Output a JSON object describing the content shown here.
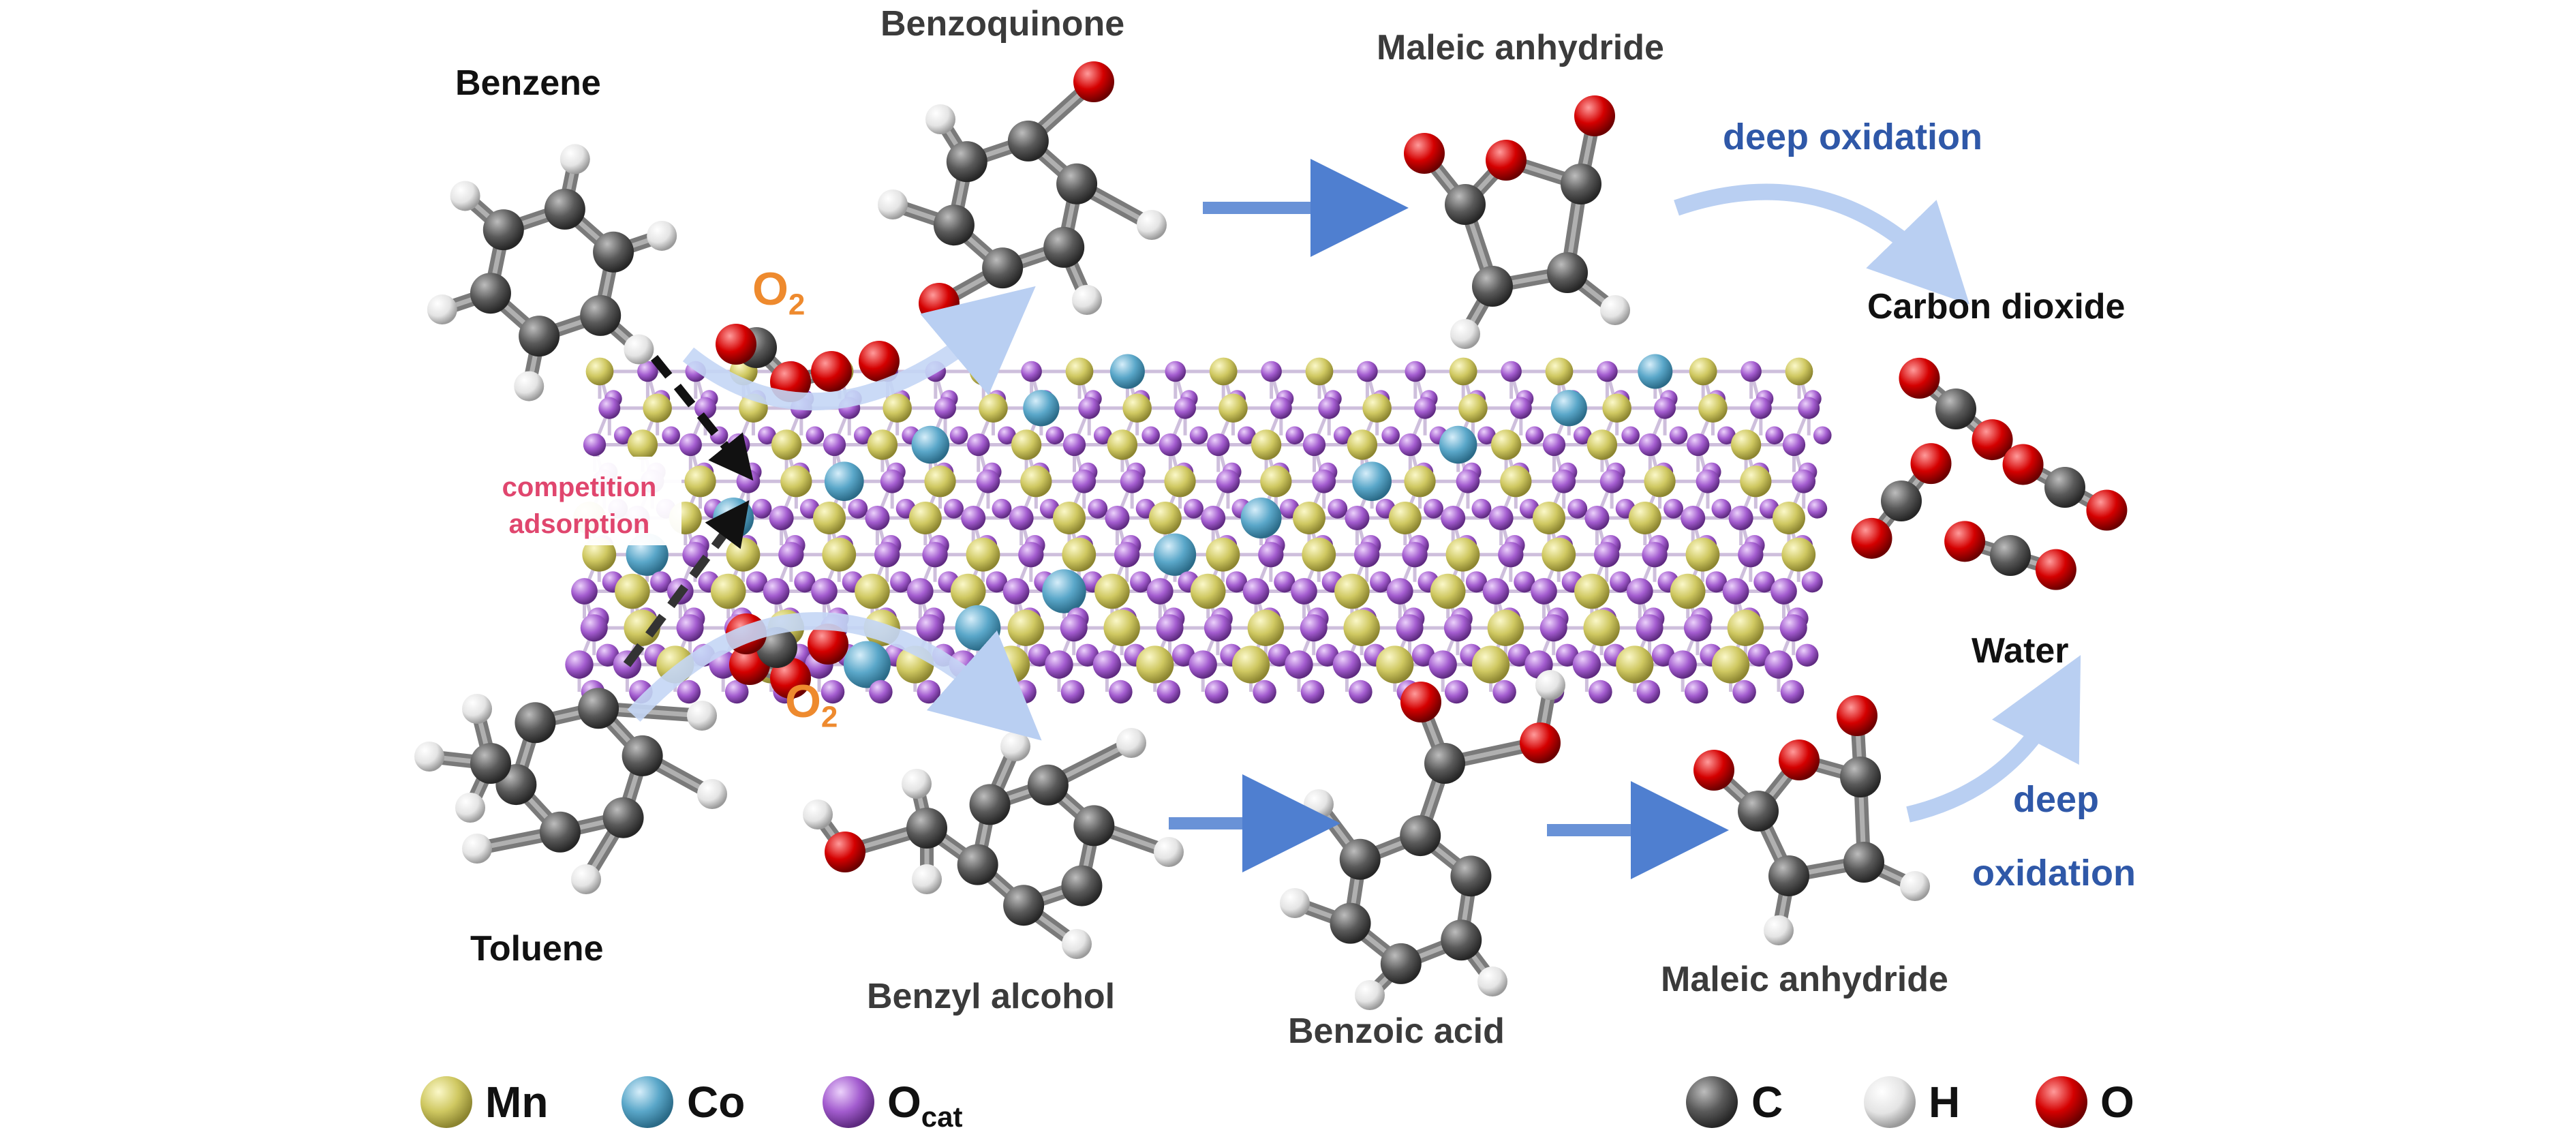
{
  "labels": {
    "benzene": "Benzene",
    "benzoquinone": "Benzoquinone",
    "maleic_top": "Maleic anhydride",
    "deep_oxidation_top": "deep oxidation",
    "carbon_dioxide": "Carbon dioxide",
    "water": "Water",
    "competition": "competition",
    "adsorption": "adsorption",
    "o2": "O",
    "o2_sub": "2",
    "toluene": "Toluene",
    "benzyl_alcohol": "Benzyl alcohol",
    "benzoic_acid": "Benzoic acid",
    "maleic_bottom": "Maleic anhydride",
    "deep": "deep",
    "oxidation": "oxidation"
  },
  "legend": [
    {
      "symbol": "Mn",
      "sub": "",
      "color": "#c8c25a"
    },
    {
      "symbol": "Co",
      "sub": "",
      "color": "#5aa7c9"
    },
    {
      "symbol": "O",
      "sub": "cat",
      "color": "#a35ccf"
    },
    {
      "symbol": "C",
      "sub": "",
      "color": "#555555"
    },
    {
      "symbol": "H",
      "sub": "",
      "color": "#e6e6e6"
    },
    {
      "symbol": "O",
      "sub": "",
      "color": "#d00000"
    }
  ],
  "colors": {
    "Mn": "#c8c25a",
    "Co": "#5aa7c9",
    "O_cat": "#a35ccf",
    "C": "#555555",
    "H": "#e6e6e6",
    "O": "#d00000",
    "arrow_blue": "#4f7fd0",
    "arrow_light": "#b9cff2",
    "label_blue": "#2f58a8",
    "label_red": "#e0466e",
    "label_orange": "#ee8a2e"
  }
}
